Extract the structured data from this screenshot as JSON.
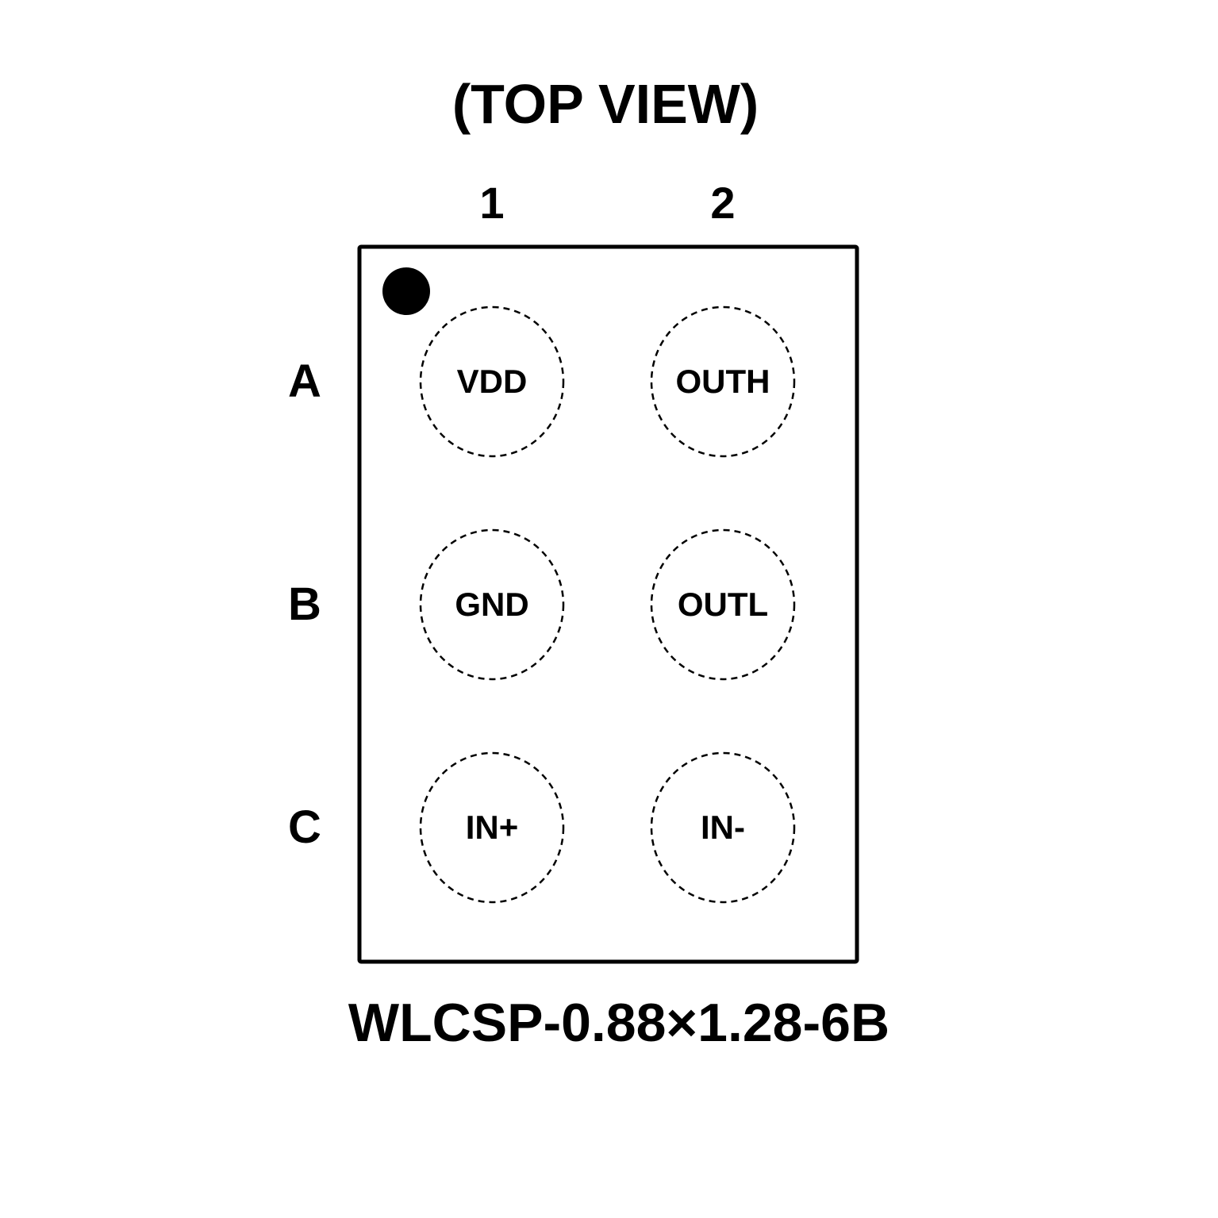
{
  "title": "(TOP VIEW)",
  "columns": [
    "1",
    "2"
  ],
  "rows": [
    "A",
    "B",
    "C"
  ],
  "pins": [
    [
      "VDD",
      "OUTH"
    ],
    [
      "GND",
      "OUTL"
    ],
    [
      "IN+",
      "IN-"
    ]
  ],
  "package_name": "WLCSP-0.88×1.28-6B",
  "colors": {
    "line": "#000000",
    "background": "#ffffff"
  }
}
